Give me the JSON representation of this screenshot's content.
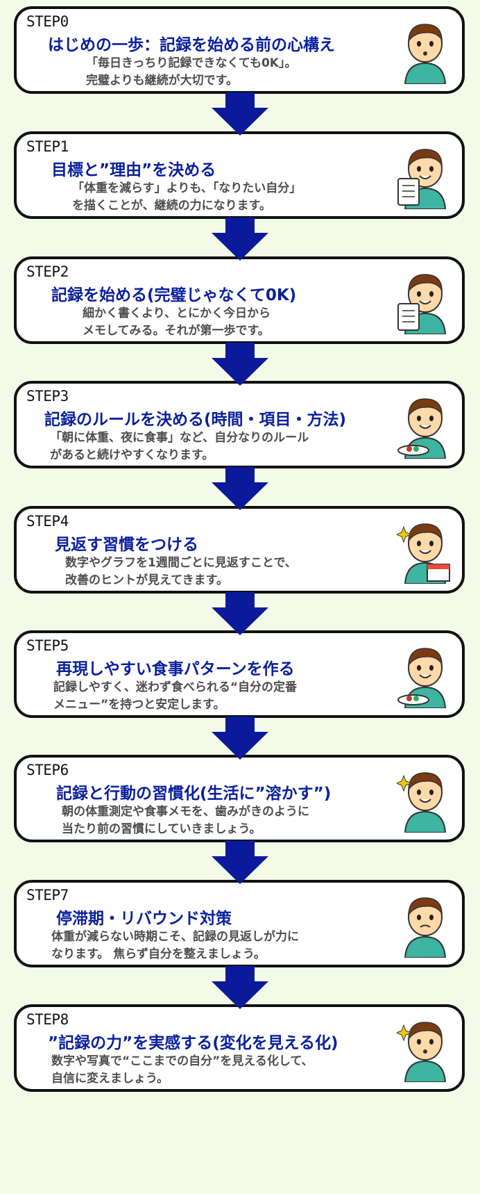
{
  "steps": [
    {
      "label": "STEP0",
      "title": "はじめの一歩：記録を始める前の心構え",
      "desc": [
        "「毎日きっちり記録できなくても0K」。",
        "完璧よりも継続が大切です。"
      ],
      "illustration": "thinking-person-icon"
    },
    {
      "label": "STEP1",
      "title": "目標と”理由”を決める",
      "desc": [
        "「体重を減らす」よりも、「なりたい自分」",
        "を描くことが、継続の力になります。"
      ],
      "illustration": "writing-notepad-person-icon"
    },
    {
      "label": "STEP2",
      "title": "記録を始める(完璧じゃなくて0K)",
      "desc": [
        "細かく書くより、とにかく今日から",
        "メモしてみる。それが第一歩です。"
      ],
      "illustration": "clipboard-checklist-person-icon"
    },
    {
      "label": "STEP3",
      "title": "記録のルールを決める(時間・項目・方法)",
      "desc": [
        "「朝に体重、夜に食事」など、自分なりのルール",
        "があると続けやすくなります。"
      ],
      "illustration": "meal-tray-person-icon"
    },
    {
      "label": "STEP4",
      "title": "見返す習慣をつける",
      "desc": [
        "数字やグラフを1週間ごとに見返すことで、",
        "改善のヒントが見えてきます。"
      ],
      "illustration": "calendar-sparkle-person-icon"
    },
    {
      "label": "STEP5",
      "title": "再現しやすい食事パターンを作る",
      "desc": [
        "記録しやすく、迷わず食べられる“自分の定番",
        "メニュー”を持つと安定します。"
      ],
      "illustration": "eating-plate-person-icon"
    },
    {
      "label": "STEP6",
      "title": "記録と行動の習慣化(生活に”溶かす”)",
      "desc": [
        "朝の体重測定や食事メモを、歯みがきのように",
        "当たり前の習慣にしていきましょう。"
      ],
      "illustration": "habit-sparkle-person-icon"
    },
    {
      "label": "STEP7",
      "title": "停滞期・リバウンド対策",
      "desc": [
        "体重が減らない時期こそ、記録の見返しが力に",
        "なります。 焦らず自分を整えましょう。"
      ],
      "illustration": "worried-person-icon"
    },
    {
      "label": "STEP8",
      "title": "”記録の力”を実感する(変化を見える化)",
      "desc": [
        "数字や写真で“ここまでの自分”を見える化して、",
        "自信に変えましょう。"
      ],
      "illustration": "surprised-person-icon"
    }
  ],
  "colors": {
    "title": "#0a1f9e",
    "arrow": "#0a1a9a",
    "background": "#f3fbe8",
    "skin": "#ffd9a8",
    "hair": "#7a3b12",
    "shirt": "#3db5a0"
  }
}
